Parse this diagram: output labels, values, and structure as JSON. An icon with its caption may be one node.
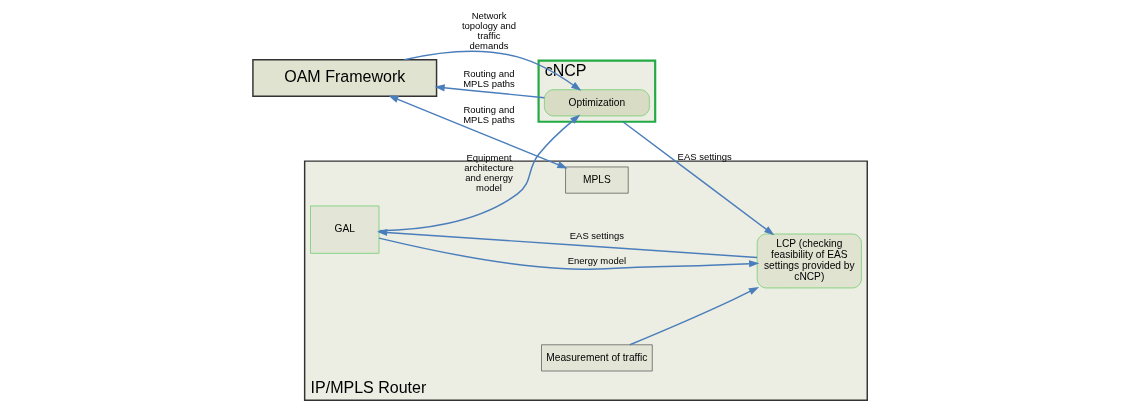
{
  "diagram": {
    "nodes": [
      {
        "text": [
          "OAM Framework"
        ]
      },
      {
        "text": [
          "IP/MPLS Router"
        ]
      },
      {
        "text": [
          "MPLS"
        ],
        "in": 1
      },
      {
        "text": [
          "Measurement of traffic"
        ],
        "in": 1
      },
      {
        "text": [
          "GAL"
        ],
        "in": 1
      },
      {
        "text": [
          "LCP (checking feasibility of EAS settings provided by cNCP)"
        ],
        "in": 1
      },
      {
        "text": [
          "cNCP"
        ]
      },
      {
        "text": [
          "Optimization"
        ],
        "in": 6
      }
    ],
    "edges": [
      {
        "from": 0,
        "to": 2,
        "arrow": "both",
        "label": "Routing and MPLS paths"
      },
      {
        "from": 0,
        "to": 7,
        "arrow": "to",
        "label": "Network topology and traffic demands"
      },
      {
        "from": 7,
        "to": 0,
        "arrow": "to",
        "label": "Routing and MPLS paths"
      },
      {
        "from": 4,
        "to": 7,
        "arrow": "to",
        "label": "Equipment architecture and energy model"
      },
      {
        "from": 5,
        "to": 4,
        "arrow": "to",
        "label": "EAS settings"
      },
      {
        "from": 4,
        "to": 5,
        "arrow": "to",
        "label": "Energy model"
      },
      {
        "from": 3,
        "to": 5,
        "arrow": "to"
      },
      {
        "from": 6,
        "to": 5,
        "arrow": "to",
        "label": "EAS settings"
      }
    ]
  }
}
